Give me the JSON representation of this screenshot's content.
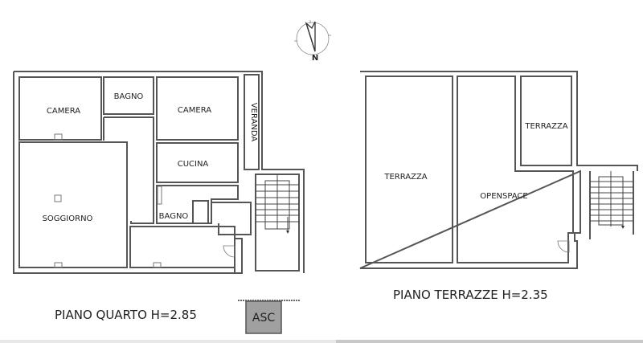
{
  "compass": {
    "label": "N",
    "icon": "north-arrow-icon"
  },
  "plans": [
    {
      "id": "piano-quarto",
      "title": "PIANO QUARTO H=2.85",
      "rooms": [
        {
          "name": "CAMERA"
        },
        {
          "name": "BAGNO"
        },
        {
          "name": "CAMERA"
        },
        {
          "name": "VERANDA"
        },
        {
          "name": "CUCINA"
        },
        {
          "name": "SOGGIORNO"
        },
        {
          "name": "BAGNO"
        }
      ]
    },
    {
      "id": "piano-terrazze",
      "title": "PIANO TERRAZZE H=2.35",
      "rooms": [
        {
          "name": "TERRAZZA"
        },
        {
          "name": "OPENSPACE"
        },
        {
          "name": "TERRAZZA"
        }
      ]
    }
  ],
  "elevator": {
    "label": "ASC",
    "fill": "#a0a0a0"
  },
  "colors": {
    "wall": "#555555",
    "text": "#222222",
    "background": "#ffffff"
  }
}
